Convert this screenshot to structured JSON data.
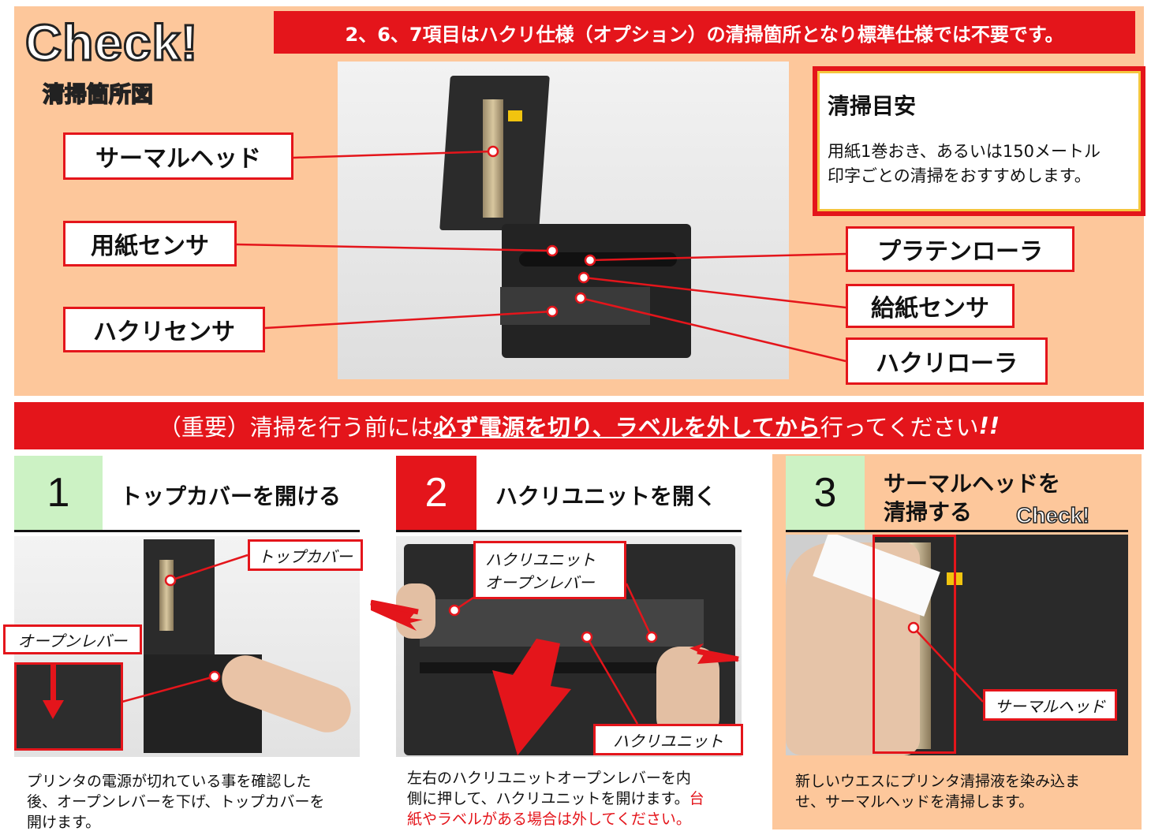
{
  "header": {
    "check_title": "Check!",
    "subtitle": "清掃箇所図",
    "banner_note": "2、6、7項目はハクリ仕様（オプション）の清掃箇所となり標準仕様では不要です。"
  },
  "callouts": {
    "thermal_head": "サーマルヘッド",
    "paper_sensor": "用紙センサ",
    "peel_sensor": "ハクリセンサ",
    "platen_roller": "プラテンローラ",
    "feed_sensor": "給紙センサ",
    "peel_roller": "ハクリローラ"
  },
  "guide": {
    "title": "清掃目安",
    "line1": "用紙1巻おき、あるいは150メートル",
    "line2": "印字ごとの清掃をおすすめします。"
  },
  "warning": {
    "prefix": "（重要）清掃を行う前には",
    "emphasis": "必ず電源を切り、ラベルを外してから",
    "suffix": "行ってください",
    "mark": "!!"
  },
  "steps": [
    {
      "number": "1",
      "title": "トップカバーを開ける",
      "labels": [
        "トップカバー",
        "オープンレバー"
      ],
      "desc_line1": "プリンタの電源が切れている事を確認した",
      "desc_line2": "後、オープンレバーを下げ、トップカバーを",
      "desc_line3": "開けます。"
    },
    {
      "number": "2",
      "title": "ハクリユニットを開く",
      "labels": [
        "ハクリユニット",
        "オープンレバー",
        "ハクリユニット"
      ],
      "desc_line1": "左右のハクリユニットオープンレバーを内",
      "desc_line2": "側に押して、ハクリユニットを開けます。",
      "desc_red_a": "台",
      "desc_red_b": "紙やラベルがある場合は外してください。"
    },
    {
      "number": "3",
      "title_line1": "サーマルヘッドを",
      "title_line2": "清掃する",
      "check": "Check!",
      "labels": [
        "サーマルヘッド"
      ],
      "desc_line1": "新しいウエスにプリンタ清掃液を染み込ま",
      "desc_line2": "せ、サーマルヘッドを清掃します。"
    }
  ],
  "colors": {
    "accent_red": "#e4151b",
    "peach": "#fdc79b",
    "step_green": "#ccf2c4"
  }
}
